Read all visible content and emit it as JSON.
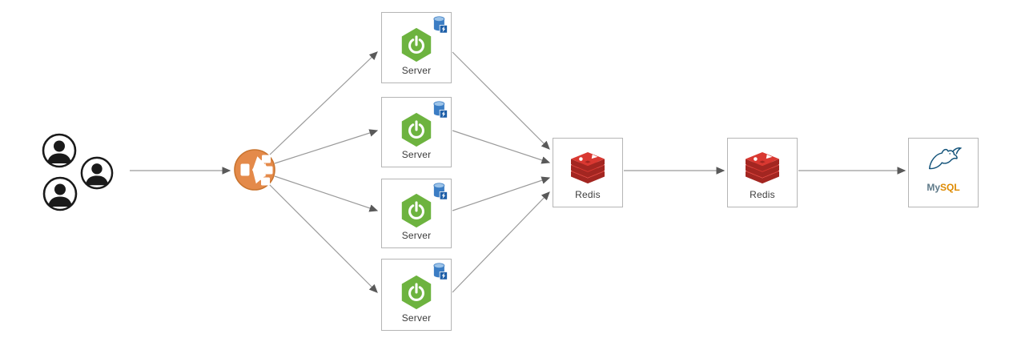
{
  "diagram": {
    "nodes": {
      "users": {
        "icon": "users-icon",
        "count": 3
      },
      "load_balancer": {
        "icon": "load-balancer-icon"
      },
      "server1": {
        "label": "Server",
        "icon": "spring-boot-icon",
        "badge_icon": "cache-icon"
      },
      "server2": {
        "label": "Server",
        "icon": "spring-boot-icon",
        "badge_icon": "cache-icon"
      },
      "server3": {
        "label": "Server",
        "icon": "spring-boot-icon",
        "badge_icon": "cache-icon"
      },
      "server4": {
        "label": "Server",
        "icon": "spring-boot-icon",
        "badge_icon": "cache-icon"
      },
      "redis1": {
        "label": "Redis",
        "icon": "redis-icon"
      },
      "redis2": {
        "label": "Redis",
        "icon": "redis-icon"
      },
      "mysql": {
        "icon": "mysql-icon",
        "logo_text": {
          "my": "My",
          "sql": "SQL"
        }
      }
    },
    "edges": [
      {
        "from": "users",
        "to": "load_balancer"
      },
      {
        "from": "load_balancer",
        "to": "server1"
      },
      {
        "from": "load_balancer",
        "to": "server2"
      },
      {
        "from": "load_balancer",
        "to": "server3"
      },
      {
        "from": "load_balancer",
        "to": "server4"
      },
      {
        "from": "server1",
        "to": "redis1"
      },
      {
        "from": "server2",
        "to": "redis1"
      },
      {
        "from": "server3",
        "to": "redis1"
      },
      {
        "from": "server4",
        "to": "redis1"
      },
      {
        "from": "redis1",
        "to": "redis2"
      },
      {
        "from": "redis2",
        "to": "mysql"
      }
    ],
    "colors": {
      "load_balancer_orange": "#e48a4a",
      "load_balancer_border": "#c9742f",
      "spring_green": "#6db33f",
      "redis_red": "#d93831",
      "redis_dark_red": "#a32621",
      "cache_blue": "#3b7dc4",
      "cache_badge_blue": "#1e5fa8",
      "mysql_blue": "#13537a",
      "mysql_orange": "#de8a00",
      "arrow_line_gray": "#9a9a9a",
      "arrowhead_gray": "#595959",
      "box_border_gray": "#b5b5b5",
      "label_gray": "#3c3c3c"
    }
  }
}
